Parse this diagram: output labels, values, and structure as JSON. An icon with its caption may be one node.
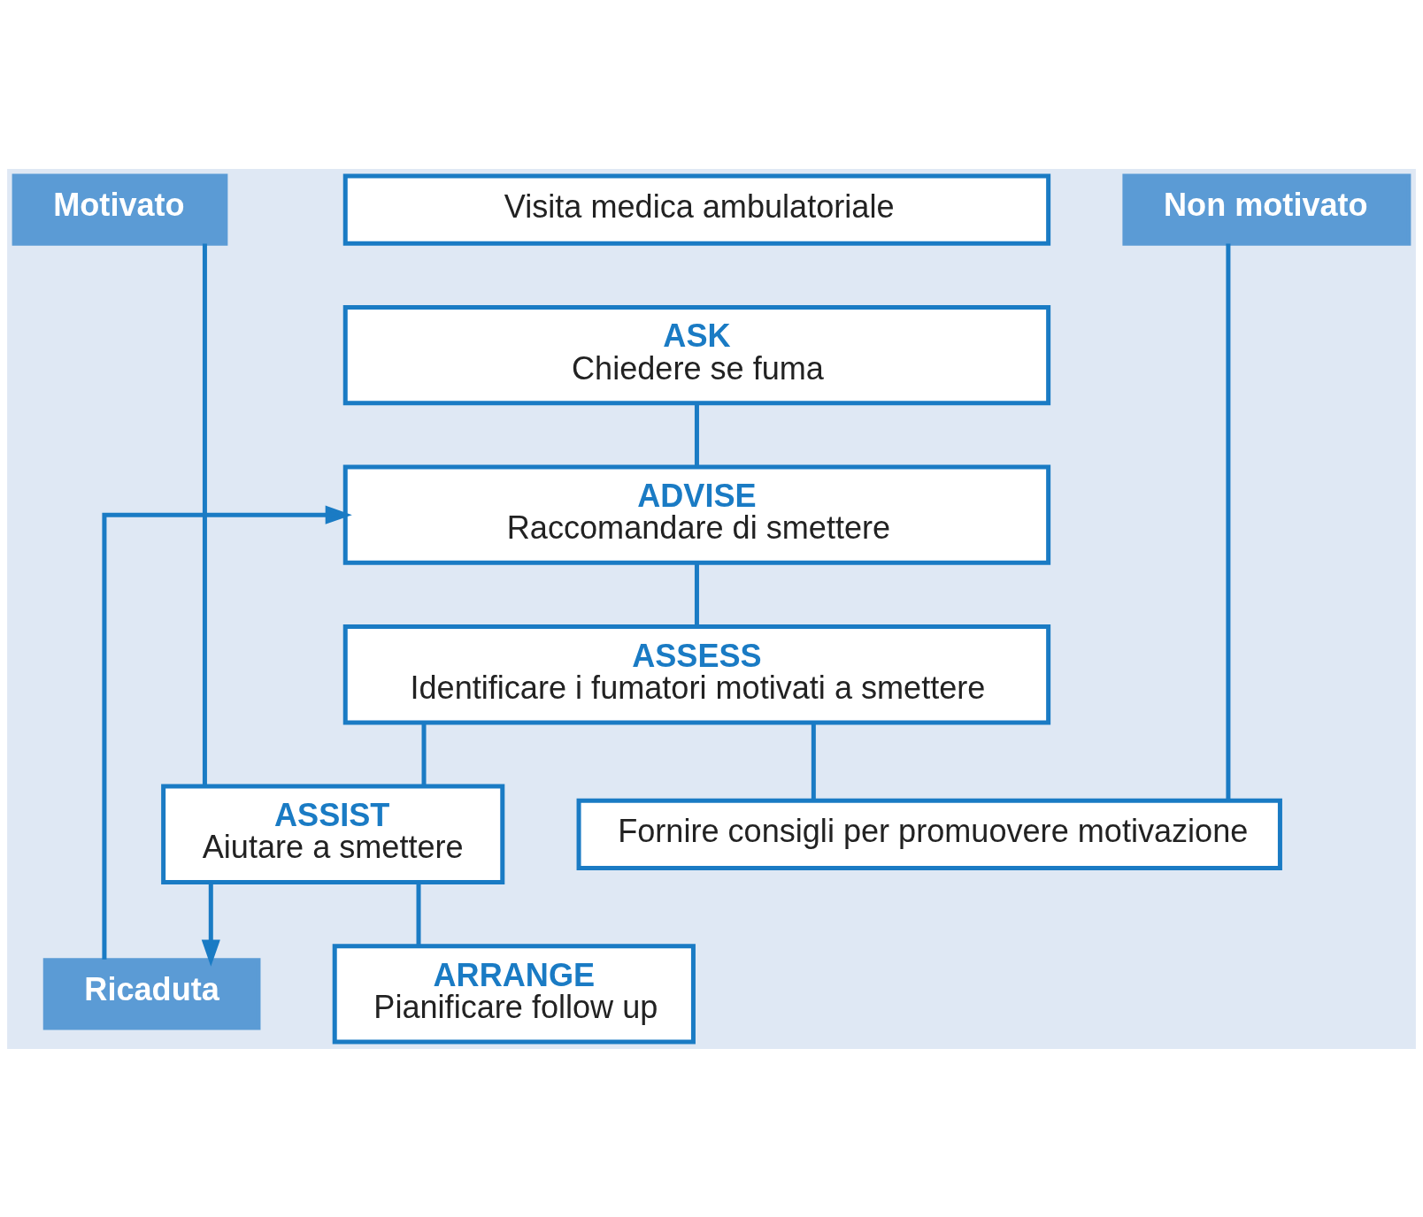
{
  "diagram": {
    "nodes": [
      {
        "text": [
          "Visita medica ambulatoriale"
        ]
      },
      {
        "text": [
          "ASK",
          "Chiedere se fuma"
        ]
      },
      {
        "text": [
          "ADVISE",
          "Raccomandare di smettere"
        ]
      },
      {
        "text": [
          "ASSESS",
          "Identificare i fumatori motivati a smettere"
        ]
      },
      {
        "text": [
          "Motivato"
        ]
      },
      {
        "text": [
          "Non motivato"
        ]
      },
      {
        "text": [
          "ASSIST",
          "Aiutare a smettere"
        ]
      },
      {
        "text": [
          "Fornire consigli per promuovere motivazione"
        ]
      },
      {
        "text": [
          "Ricaduta"
        ]
      },
      {
        "text": [
          "ARRANGE",
          "Pianificare follow up"
        ]
      }
    ],
    "edges": [
      {
        "from": 1,
        "to": 2,
        "arrow": "none"
      },
      {
        "from": 2,
        "to": 3,
        "arrow": "none"
      },
      {
        "from": 3,
        "to": 6,
        "arrow": "none"
      },
      {
        "from": 4,
        "to": 6,
        "arrow": "none"
      },
      {
        "from": 3,
        "to": 7,
        "arrow": "none"
      },
      {
        "from": 5,
        "to": 7,
        "arrow": "none"
      },
      {
        "from": 6,
        "to": 9,
        "arrow": "none"
      },
      {
        "from": 6,
        "to": 8,
        "arrow": "to"
      },
      {
        "from": 8,
        "to": 2,
        "arrow": "to"
      }
    ]
  }
}
